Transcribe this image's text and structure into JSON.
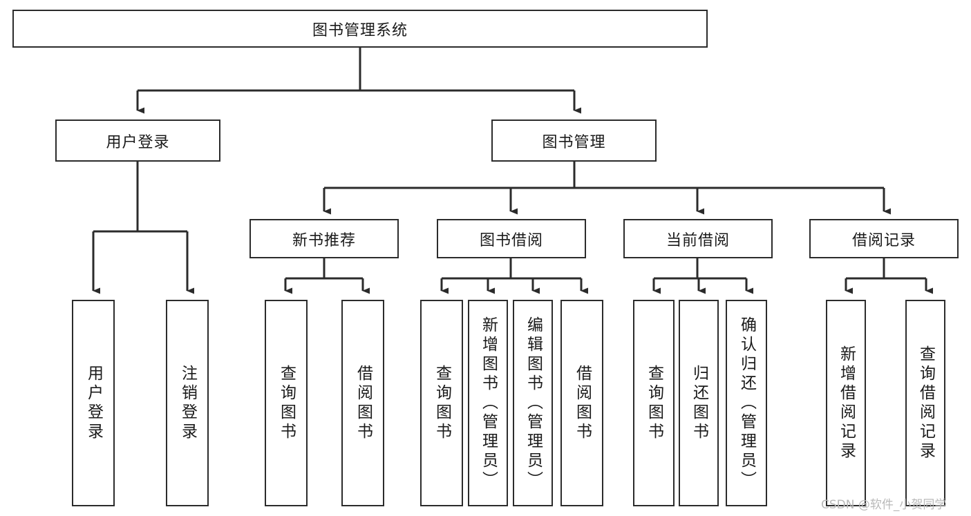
{
  "diagram": {
    "title": "图书管理系统",
    "type": "hierarchy-tree",
    "watermark": "CSDN @软件_小贺同学",
    "colors": {
      "stroke": "#2b2b2b",
      "background": "#ffffff",
      "text": "#1a1a1a",
      "watermark": "#b9b9b9"
    },
    "levels": {
      "root": {
        "label": "图书管理系统"
      },
      "level2": [
        {
          "label": "用户登录"
        },
        {
          "label": "图书管理"
        }
      ],
      "level3": [
        {
          "label": "新书推荐"
        },
        {
          "label": "图书借阅"
        },
        {
          "label": "当前借阅"
        },
        {
          "label": "借阅记录"
        }
      ],
      "leaves": {
        "user_login": [
          {
            "label": "用户登录"
          },
          {
            "label": "注销登录"
          }
        ],
        "new_book": [
          {
            "label": "查询图书"
          },
          {
            "label": "借阅图书"
          }
        ],
        "book_borrow": [
          {
            "label": "查询图书"
          },
          {
            "label": "新增图书（管理员）"
          },
          {
            "label": "编辑图书（管理员）"
          },
          {
            "label": "借阅图书"
          }
        ],
        "current_borrow": [
          {
            "label": "查询图书"
          },
          {
            "label": "归还图书"
          },
          {
            "label": "确认归还（管理员）"
          }
        ],
        "borrow_record": [
          {
            "label": "新增借阅记录"
          },
          {
            "label": "查询借阅记录"
          }
        ]
      }
    }
  }
}
